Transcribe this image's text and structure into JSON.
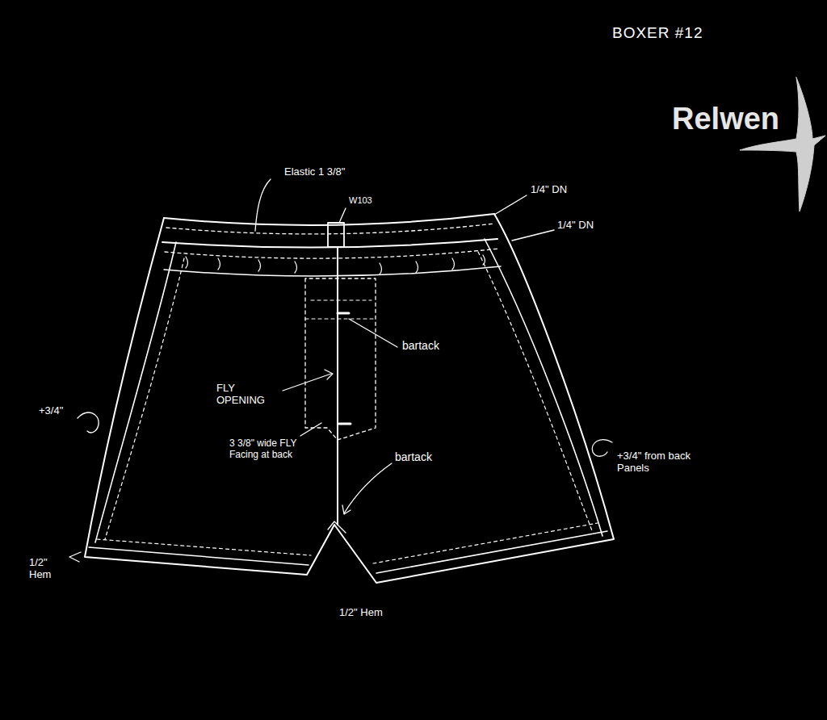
{
  "diagram": {
    "title": "BOXER #12",
    "labels": [
      "Relwen",
      "Elastic 1 3/8\"",
      "W103",
      "1/4\" DN",
      "1/4\" DN",
      "bartack",
      "FLY OPENING",
      "+3/4\"",
      "3 3/8\" wide FLY Facing at back",
      "bartack",
      "+3/4\" from back Panels",
      "1/2\" Hem",
      "1/2\" Hem"
    ]
  }
}
